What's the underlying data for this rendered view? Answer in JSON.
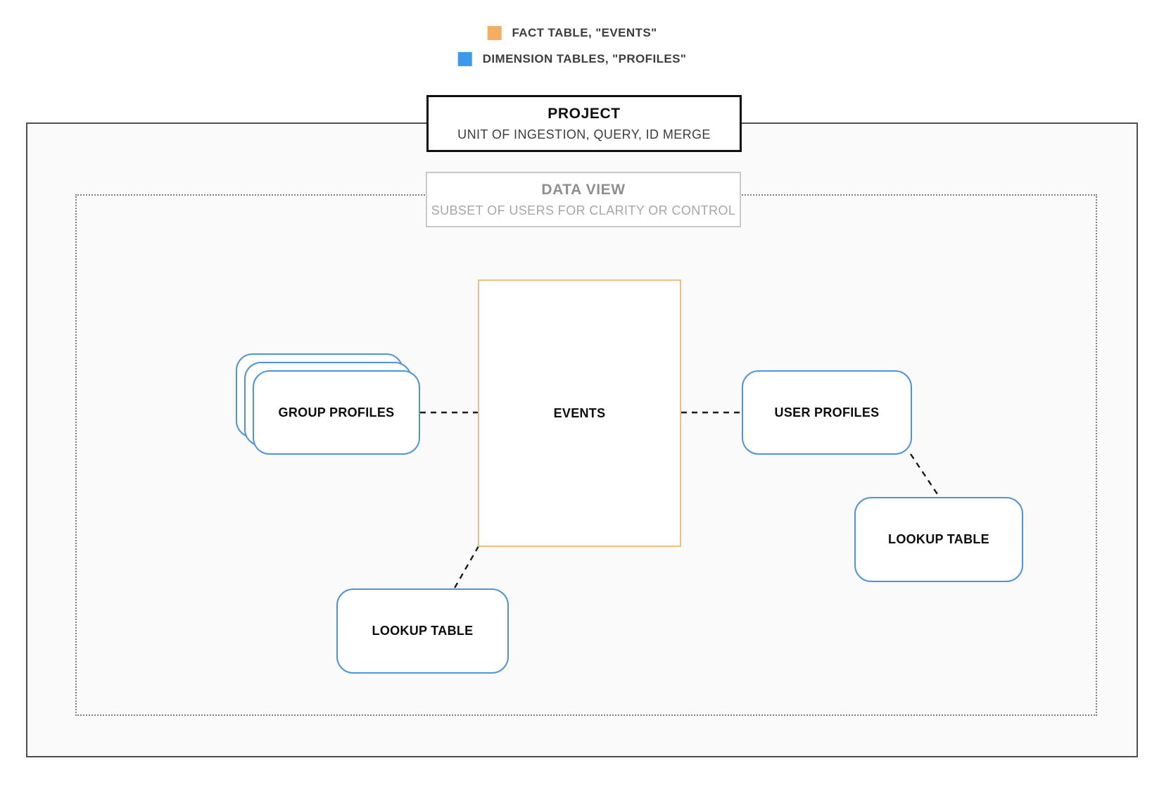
{
  "legend": {
    "items": [
      {
        "label": "FACT TABLE, \"EVENTS\"",
        "color": "#F4AD61"
      },
      {
        "label": "DIMENSION TABLES, \"PROFILES\"",
        "color": "#3B99F0"
      }
    ]
  },
  "project": {
    "title": "PROJECT",
    "subtitle": "UNIT OF INGESTION, QUERY, ID MERGE"
  },
  "data_view": {
    "title": "DATA VIEW",
    "subtitle": "SUBSET OF USERS FOR CLARITY OR CONTROL"
  },
  "nodes": {
    "events": {
      "label": "EVENTS",
      "border_color": "#EABF80"
    },
    "group_profiles": {
      "label": "GROUP PROFILES",
      "border_color": "#4E95D8"
    },
    "user_profiles": {
      "label": "USER PROFILES",
      "border_color": "#4E95D8"
    },
    "lookup_table_left": {
      "label": "LOOKUP TABLE",
      "border_color": "#4E95D8"
    },
    "lookup_table_right": {
      "label": "LOOKUP TABLE",
      "border_color": "#4E95D8"
    }
  }
}
